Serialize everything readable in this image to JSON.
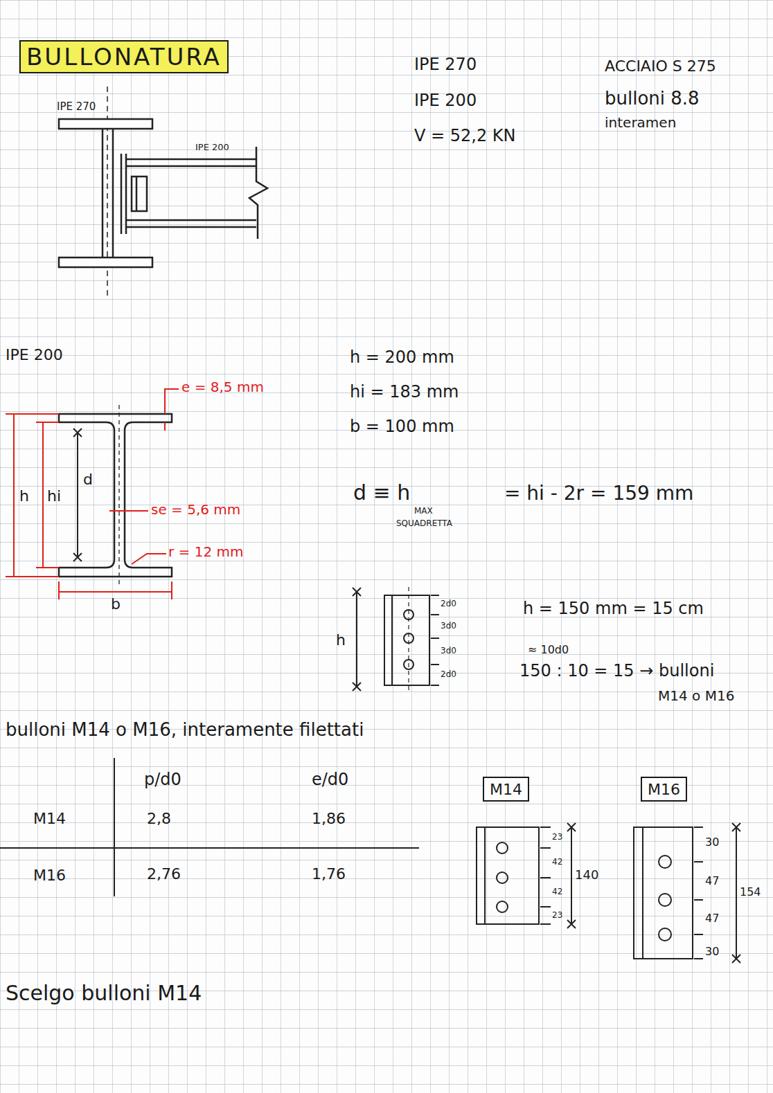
{
  "diagram": {
    "title": "BULLONATURA",
    "nodes": [
      {
        "text": [
          "M14"
        ]
      },
      {
        "text": [
          "M16"
        ]
      }
    ],
    "labels": [
      "IPE 270",
      "IPE 200",
      "V = 52,2 KN",
      "ACCIAIO S 275",
      "bulloni 8.8",
      "interamen",
      "IPE 270",
      "IPE 200",
      "IPE 200",
      "e = 8,5 mm",
      "h",
      "hi",
      "d",
      "se = 5,6 mm",
      "r = 12 mm",
      "b",
      "h = 200 mm",
      "hi = 183 mm",
      "b = 100 mm",
      "d ≡ h",
      "MAX",
      "SQUADRETTA",
      "= hi - 2r = 159 mm",
      "h",
      "2d0",
      "3d0",
      "3d0",
      "2d0",
      "h = 150 mm = 15 cm",
      "≈ 10d0",
      "150 : 10 = 15 → bulloni",
      "M14 o M16",
      "bulloni M14 o M16, interamente filettati",
      "p/d0",
      "e/d0",
      "M14",
      "2,8",
      "1,86",
      "M16",
      "2,76",
      "1,76",
      "23",
      "42",
      "42",
      "23",
      "140",
      "30",
      "47",
      "47",
      "30",
      "154",
      "Scelgo bulloni M14"
    ]
  }
}
